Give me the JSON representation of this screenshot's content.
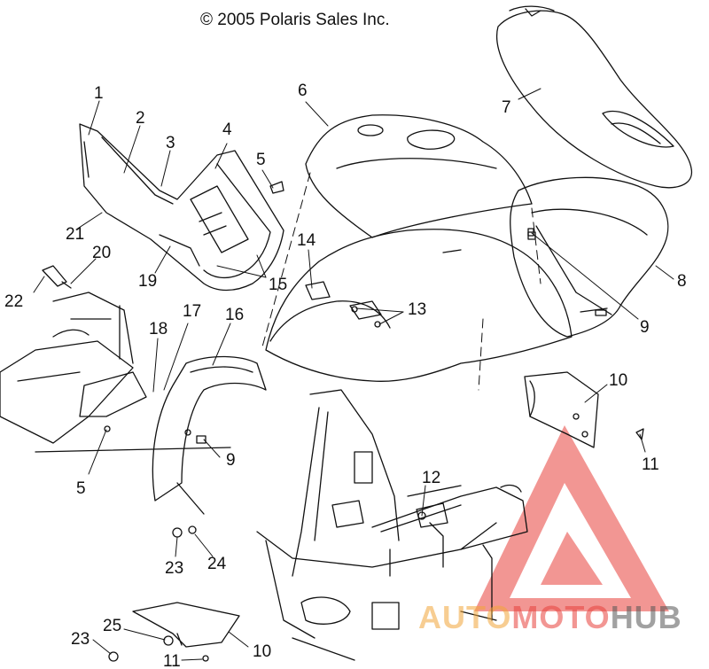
{
  "copyright": "© 2005 Polaris Sales Inc.",
  "callouts": {
    "c1": "1",
    "c2": "2",
    "c3": "3",
    "c4": "4",
    "c5a": "5",
    "c5b": "5",
    "c6": "6",
    "c7": "7",
    "c8": "8",
    "c9a": "9",
    "c9b": "9",
    "c10a": "10",
    "c10b": "10",
    "c11a": "11",
    "c11b": "11",
    "c12": "12",
    "c13": "13",
    "c14": "14",
    "c15": "15",
    "c16": "16",
    "c17": "17",
    "c18": "18",
    "c19": "19",
    "c20": "20",
    "c21": "21",
    "c22": "22",
    "c23a": "23",
    "c23b": "23",
    "c24": "24",
    "c25": "25"
  },
  "watermark": {
    "part1": "AUTO",
    "part2": "MOTO",
    "part3": "HUB"
  },
  "colors": {
    "line": "#111111",
    "watermark_red": "#e8413c",
    "watermark_orange": "#f2a63a"
  }
}
